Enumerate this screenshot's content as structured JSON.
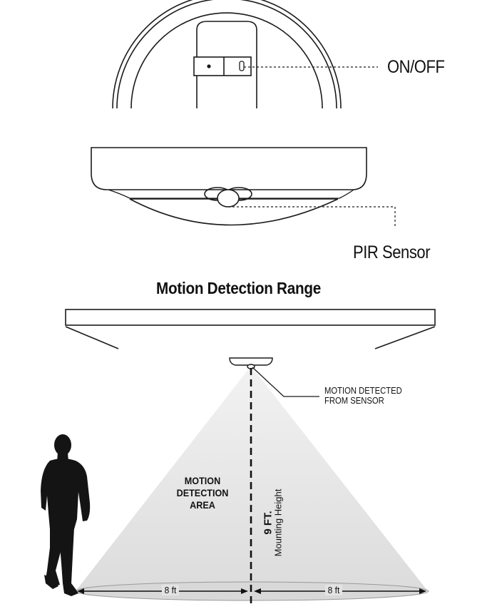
{
  "labels": {
    "switch": "ON/OFF",
    "sensor": "PIR Sensor",
    "title": "Motion Detection Range",
    "motion_detected_line1": "MOTION DETECTED",
    "motion_detected_line2": "FROM SENSOR",
    "area_line1": "MOTION",
    "area_line2": "DETECTION",
    "area_line3": "AREA",
    "height_value": "9 FT.",
    "height_caption": "Mounting Height",
    "left_range": "8 ft",
    "right_range": "8 ft"
  },
  "colors": {
    "line": "#1a1a1a",
    "cone": "#e6e6e6",
    "silhouette": "#141414"
  }
}
